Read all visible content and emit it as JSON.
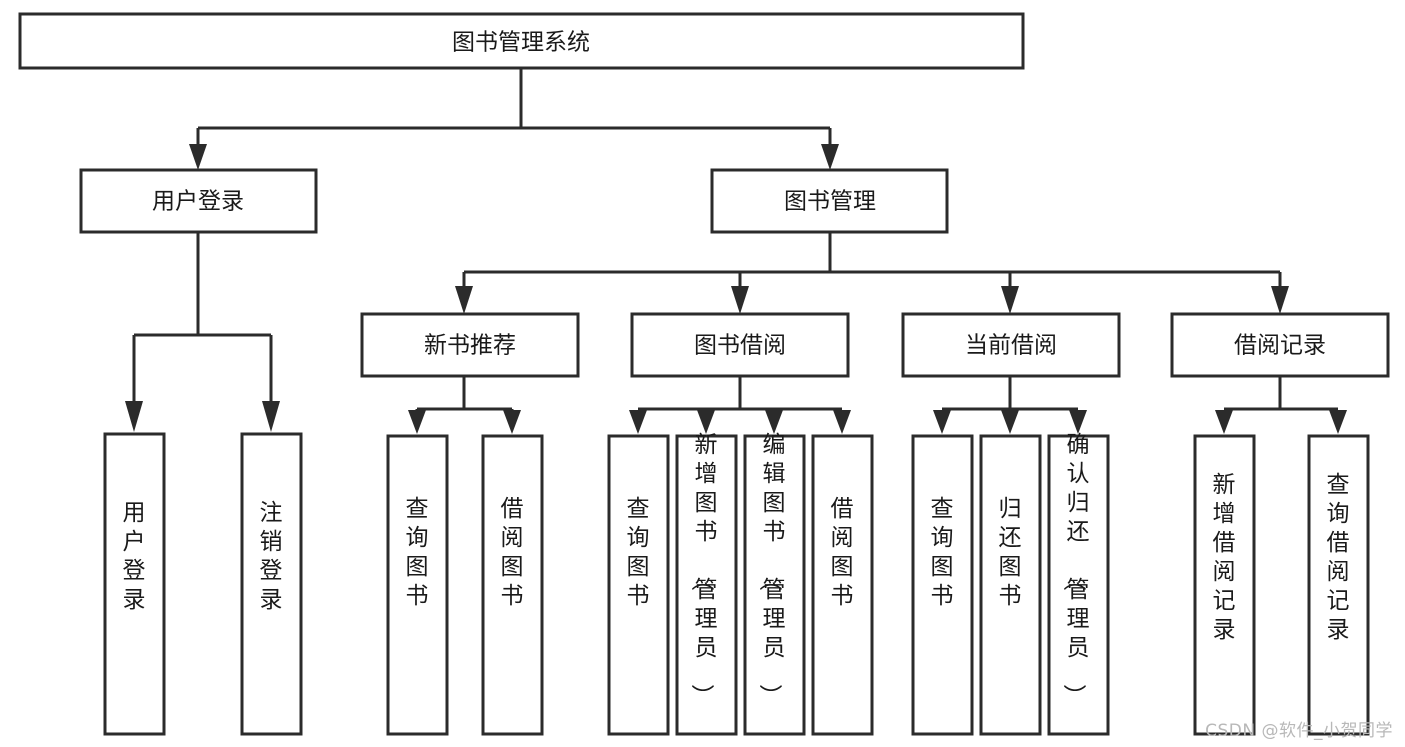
{
  "diagram": {
    "type": "tree-hierarchy",
    "orientation": "top-down",
    "title": "图书管理系统",
    "colors": {
      "box_fill": "#ffffff",
      "box_stroke": "#2b2b2b",
      "text": "#1a1a1a",
      "watermark": "#b8b8b8",
      "background": "#ffffff"
    },
    "root": {
      "label": "图书管理系统"
    },
    "level2": [
      {
        "label": "用户登录"
      },
      {
        "label": "图书管理"
      }
    ],
    "level3": [
      {
        "label": "新书推荐"
      },
      {
        "label": "图书借阅"
      },
      {
        "label": "当前借阅"
      },
      {
        "label": "借阅记录"
      }
    ],
    "leaves": {
      "user_login": [
        {
          "label": "用户登录"
        },
        {
          "label": "注销登录"
        }
      ],
      "new_book_recommend": [
        {
          "label": "查询图书"
        },
        {
          "label": "借阅图书"
        }
      ],
      "book_borrow": [
        {
          "label": "查询图书"
        },
        {
          "label": "新增图书（管理员）"
        },
        {
          "label": "编辑图书（管理员）"
        },
        {
          "label": "借阅图书"
        }
      ],
      "current_borrow": [
        {
          "label": "查询图书"
        },
        {
          "label": "归还图书"
        },
        {
          "label": "确认归还（管理员）"
        }
      ],
      "borrow_record": [
        {
          "label": "新增借阅记录"
        },
        {
          "label": "查询借阅记录"
        }
      ]
    }
  },
  "watermark": {
    "text": "CSDN @软件_小贺同学"
  }
}
